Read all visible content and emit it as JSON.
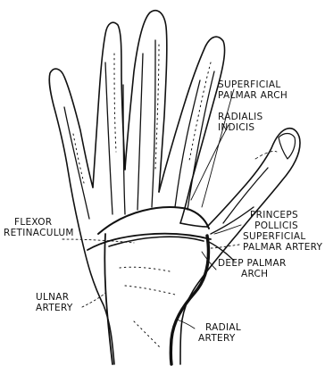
{
  "labels": {
    "superficial_palmar_arch": [
      "SUPERFICIAL",
      "PALMAR ARCH"
    ],
    "radialis_indicis": [
      "RADIALIS",
      "INDICIS"
    ],
    "flexor_retinaculum": [
      "FLEXOR",
      "RETINACULUM"
    ],
    "princeps_pollicis": [
      "PRINCEPS",
      "POLLICIS"
    ],
    "superficial_palmar_artery": [
      "SUPERFICIAL",
      "PALMAR ARTERY"
    ],
    "deep_palmar_arch": [
      "DEEP PALMAR",
      "ARCH"
    ],
    "ulnar_artery": [
      "ULNAR",
      "ARTERY"
    ],
    "radial_artery": [
      "RADIAL",
      "ARTERY"
    ]
  },
  "colors": {
    "ink": "#111111",
    "paper": "#ffffff"
  }
}
